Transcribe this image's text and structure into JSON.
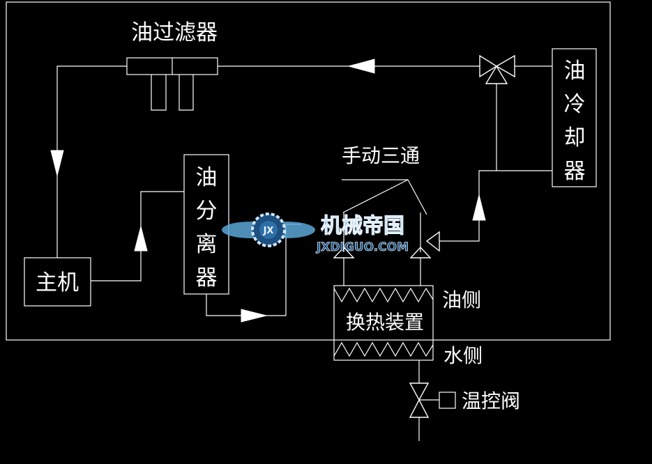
{
  "labels": {
    "oil_filter": "油过滤器",
    "oil_cooler": [
      "油",
      "冷",
      "却",
      "器"
    ],
    "manual_three_way": "手动三通",
    "oil_separator": [
      "油",
      "分",
      "离",
      "器"
    ],
    "main_unit": "主机",
    "heat_exchanger": "换热装置",
    "oil_side": "油侧",
    "water_side": "水侧",
    "temp_valve": "温控阀"
  },
  "watermark": {
    "badge_text": "JX",
    "title": "机械帝国",
    "url": "JXDIGUO.COM"
  },
  "colors": {
    "background": "#000000",
    "line": "#ffffff",
    "watermark_blue": "#5aa6d6",
    "watermark_dark": "#1d4f80"
  }
}
